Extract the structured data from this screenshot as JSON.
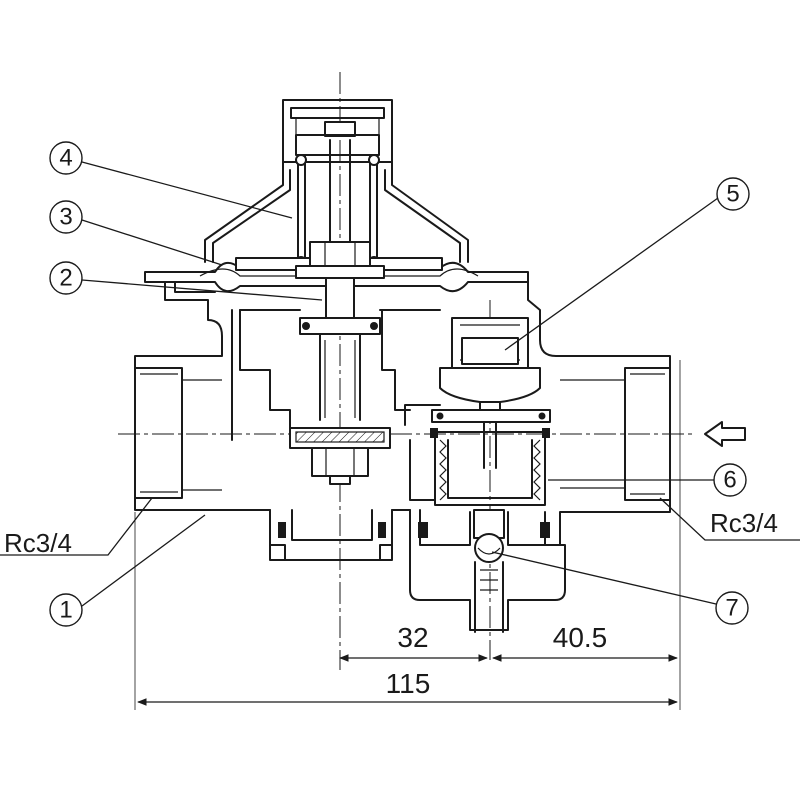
{
  "callouts": [
    {
      "id": "1",
      "label": "1"
    },
    {
      "id": "2",
      "label": "2"
    },
    {
      "id": "3",
      "label": "3"
    },
    {
      "id": "4",
      "label": "4"
    },
    {
      "id": "5",
      "label": "5"
    },
    {
      "id": "6",
      "label": "6"
    },
    {
      "id": "7",
      "label": "7"
    }
  ],
  "dimensions": {
    "d_32": "32",
    "d_40_5": "40.5",
    "d_115": "115"
  },
  "threads": {
    "left": "Rc3/4",
    "right": "Rc3/4"
  },
  "flow_arrow": "inlet-flow-arrow"
}
